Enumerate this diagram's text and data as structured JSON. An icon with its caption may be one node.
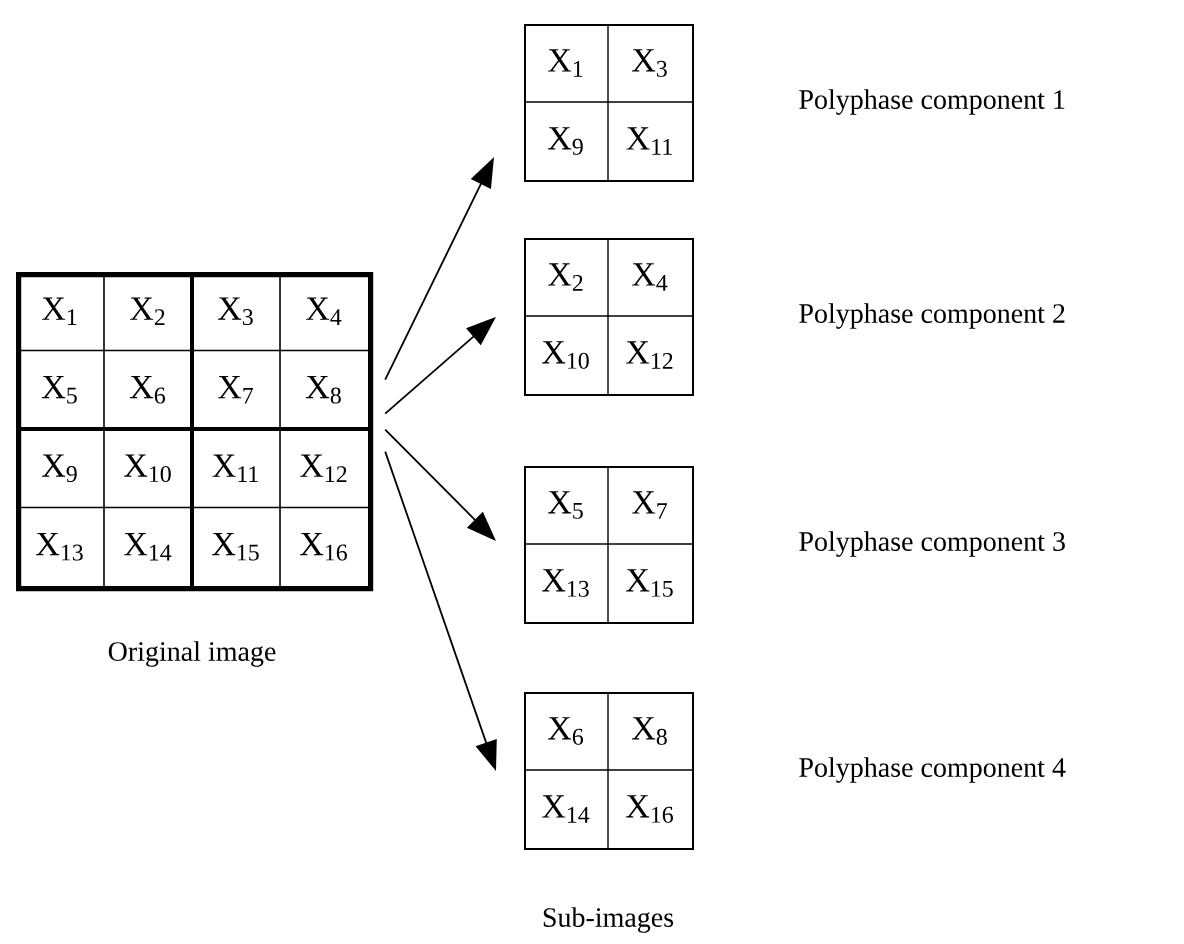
{
  "diagram": {
    "nodes": [
      {
        "text": [
          "X$_{1}$",
          "X$_{2}$",
          "X$_{3}$",
          "X$_{4}$",
          "X$_{5}$",
          "X$_{6}$",
          "X$_{7}$",
          "X$_{8}$",
          "X$_{9}$",
          "X$_{10}$",
          "X$_{11}$",
          "X$_{12}$",
          "X$_{13}$",
          "X$_{14}$",
          "X$_{15}$",
          "X$_{16}$"
        ],
        "beside": [
          "Original image"
        ]
      },
      {
        "text": [
          "X$_{1}$",
          "X$_{3}$",
          "X$_{9}$",
          "X$_{11}$"
        ],
        "beside": [
          "Polyphase component 1"
        ]
      },
      {
        "text": [
          "X$_{2}$",
          "X$_{4}$",
          "X$_{10}$",
          "X$_{12}$"
        ],
        "beside": [
          "Polyphase component 2"
        ]
      },
      {
        "text": [
          "X$_{5}$",
          "X$_{7}$",
          "X$_{13}$",
          "X$_{15}$"
        ],
        "beside": [
          "Polyphase component 3"
        ]
      },
      {
        "text": [
          "X$_{6}$",
          "X$_{8}$",
          "X$_{14}$",
          "X$_{16}$"
        ],
        "beside": [
          "Polyphase component 4"
        ]
      }
    ],
    "edges": [
      {
        "from": 0,
        "to": 1,
        "arrow": "to"
      },
      {
        "from": 0,
        "to": 2,
        "arrow": "to"
      },
      {
        "from": 0,
        "to": 3,
        "arrow": "to"
      },
      {
        "from": 0,
        "to": 4,
        "arrow": "to"
      }
    ],
    "labels": [
      "Sub-images"
    ]
  }
}
